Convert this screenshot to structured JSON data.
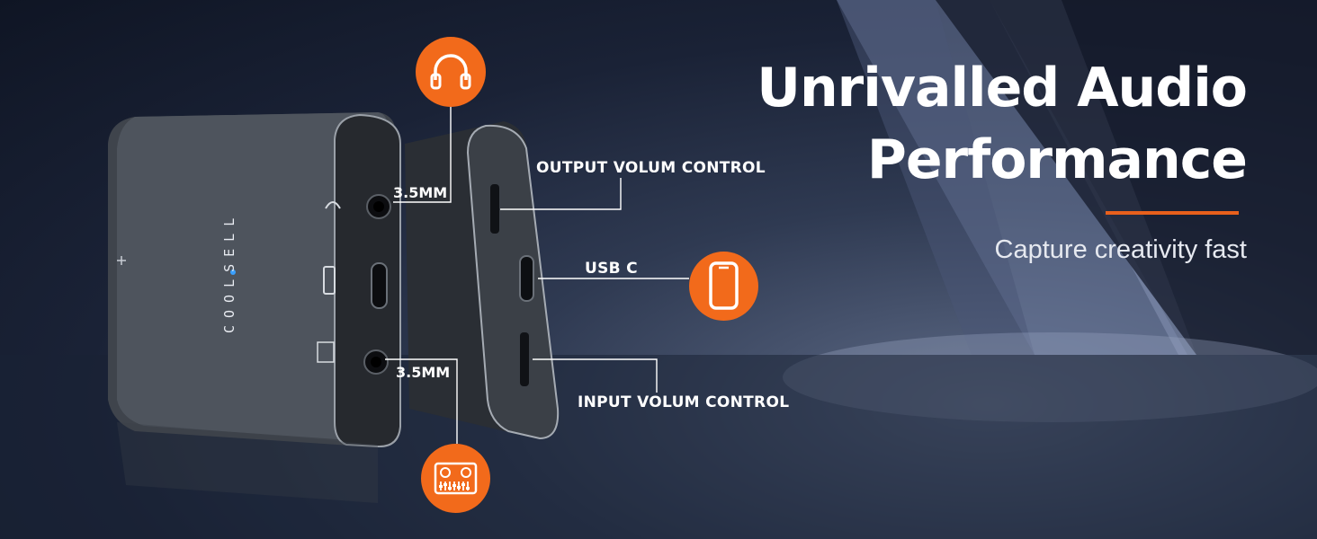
{
  "headline": {
    "line1": "Unrivalled Audio",
    "line2": "Performance"
  },
  "tagline": "Capture creativity fast",
  "brand": "COOLSELL",
  "callouts": {
    "output": "OUTPUT VOLUM CONTROL",
    "usb": "USB C",
    "input": "INPUT VOLUM CONTROL",
    "jack_top": "3.5MM",
    "jack_bottom": "3.5MM"
  },
  "icons": {
    "headphones": "headphones-icon",
    "phone": "smartphone-icon",
    "mixer": "audio-mixer-icon"
  },
  "colors": {
    "accent": "#f26a1b",
    "rule": "#e8601c",
    "text": "#ffffff"
  }
}
